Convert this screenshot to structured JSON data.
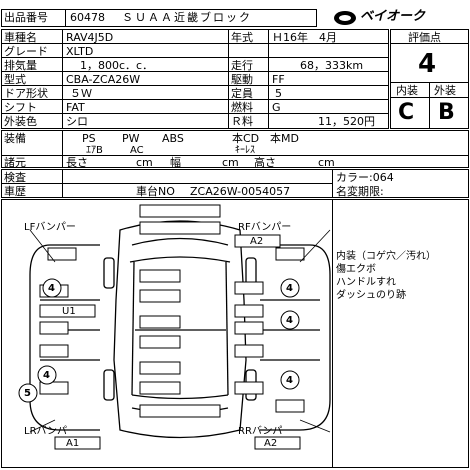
{
  "header": {
    "lot_label": "出品番号",
    "lot_no": "60478",
    "venue": "ＳＵＡＡ近畿ブロック",
    "logo_text": "ベイオーク"
  },
  "vehicle": {
    "name_label": "車種名",
    "name": "RAV4J5D",
    "grade_label": "グレード",
    "grade": "XLTD",
    "displacement_label": "排気量",
    "displacement": "1，800c．c．",
    "model_label": "型式",
    "model": "CBA-ZCA26W",
    "doors_label": "ドア形状",
    "doors": "５Ｗ",
    "shift_label": "シフト",
    "shift": "FAT",
    "color_label": "外装色",
    "color": "シロ",
    "year_label": "年式",
    "year": "Ｈ16年　4月",
    "mileage_label": "走行",
    "mileage": "68，333km",
    "drive_label": "駆動",
    "drive": "FF",
    "capacity_label": "定員",
    "capacity": "5",
    "fuel_label": "燃料",
    "fuel": "G",
    "tax_label": "Ｒ料",
    "tax": "11，520円"
  },
  "grades": {
    "label": "評価点",
    "score": "4",
    "interior_label": "内装",
    "interior": "C",
    "exterior_label": "外装",
    "exterior": "B"
  },
  "equipment": {
    "label": "装備",
    "row1": [
      "PS",
      "PW",
      "ABS",
      "本CD",
      "本MD"
    ],
    "row2": [
      "ｴｱB",
      "AC",
      "ｷｰﾚｽ"
    ]
  },
  "dimensions": {
    "label": "諸元",
    "length": "長さ",
    "width": "幅",
    "height": "高さ",
    "unit": "cm"
  },
  "inspection": {
    "check_label": "検査",
    "history_label": "車歴",
    "chassis_prefix": "車台NO",
    "chassis_no": "ZCA26W-0054057",
    "color_code": "カラー:064",
    "name_change": "名変期限:"
  },
  "notes": [
    "内装（コゲ穴／汚れ）",
    "傷エクボ",
    "ハンドルすれ",
    "ダッシュのり跡"
  ],
  "diagram": {
    "lf_label": "LFバンパー",
    "rf_label": "RFバンパー",
    "rf_code": "A2",
    "lr_label": "LRバンパー",
    "lr_code": "A1",
    "rr_label": "RRバンパー",
    "rr_code": "A2",
    "left_code": "U1",
    "circles": [
      "4",
      "4",
      "4",
      "4",
      "4",
      "5"
    ]
  }
}
